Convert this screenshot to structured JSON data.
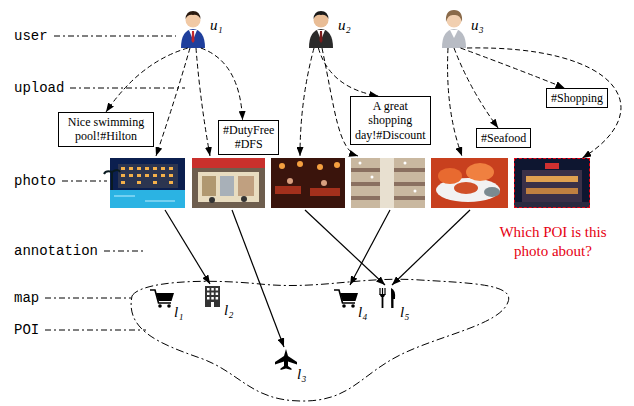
{
  "diagram": {
    "nodes": [
      {
        "text": [
          "u₁"
        ]
      },
      {
        "text": [
          "u₂"
        ]
      },
      {
        "text": [
          "u₃"
        ]
      },
      {
        "text": [
          "Nice swimming pool!#Hilton"
        ]
      },
      {
        "text": [
          "#DutyFree #DFS"
        ]
      },
      {
        "text": [
          "A great shopping day!#Discount"
        ]
      },
      {
        "text": [
          "#Seafood"
        ]
      },
      {
        "text": [
          "#Shopping"
        ]
      },
      {
        "text": [
          "Which POI is this photo about?"
        ]
      },
      {
        "text": [
          "l₁"
        ]
      },
      {
        "text": [
          "l₂"
        ]
      },
      {
        "text": [
          "l₃"
        ]
      },
      {
        "text": [
          "l₄"
        ]
      },
      {
        "text": [
          "l₅"
        ]
      }
    ],
    "edges": [
      {
        "from": 0,
        "to": 3,
        "arrow": "to"
      },
      {
        "from": 0,
        "to": 4,
        "arrow": "to"
      },
      {
        "from": 1,
        "to": 5,
        "arrow": "to"
      },
      {
        "from": 2,
        "to": 6,
        "arrow": "to"
      },
      {
        "from": 2,
        "to": 7,
        "arrow": "to"
      },
      {
        "from": 2,
        "to": 8,
        "arrow": "to"
      }
    ],
    "labels": [
      "user",
      "upload",
      "photo",
      "annotation",
      "map",
      "POI"
    ]
  }
}
